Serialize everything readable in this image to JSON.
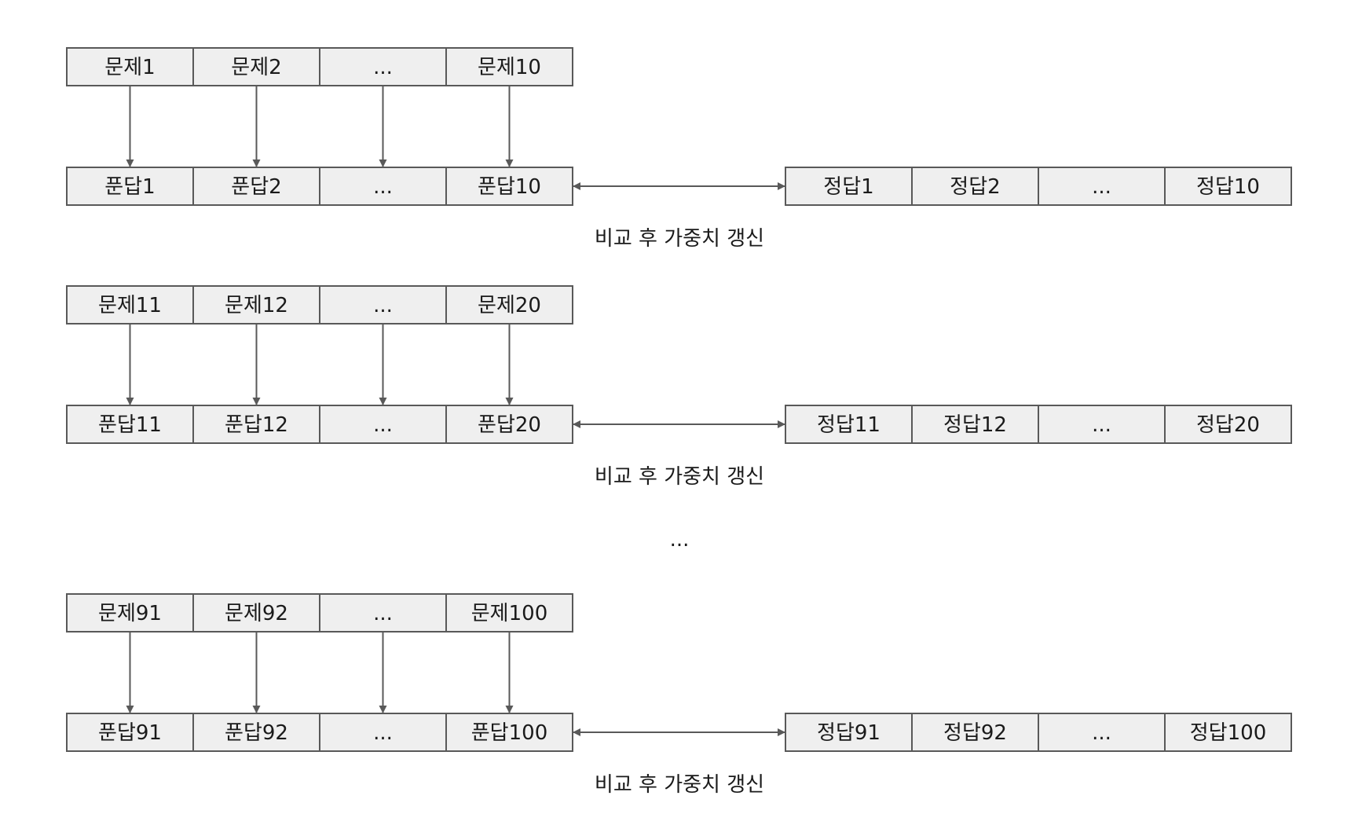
{
  "blocks": [
    {
      "questions": [
        "문제1",
        "문제2",
        "...",
        "문제10"
      ],
      "guesses": [
        "푼답1",
        "푼답2",
        "...",
        "푼답10"
      ],
      "answers": [
        "정답1",
        "정답2",
        "...",
        "정답10"
      ],
      "caption": "비교 후 가중치 갱신"
    },
    {
      "questions": [
        "문제11",
        "문제12",
        "...",
        "문제20"
      ],
      "guesses": [
        "푼답11",
        "푼답12",
        "...",
        "푼답20"
      ],
      "answers": [
        "정답11",
        "정답12",
        "...",
        "정답20"
      ],
      "caption": "비교 후 가중치 갱신"
    },
    {
      "questions": [
        "문제91",
        "문제92",
        "...",
        "문제100"
      ],
      "guesses": [
        "푼답91",
        "푼답92",
        "...",
        "푼답100"
      ],
      "answers": [
        "정답91",
        "정답92",
        "...",
        "정답100"
      ],
      "caption": "비교 후 가중치 갱신"
    }
  ],
  "middle_ellipsis": "...",
  "colors": {
    "cell_fill": "#efefef",
    "cell_border": "#595959",
    "arrow": "#595959",
    "text": "#1a1a1a"
  }
}
